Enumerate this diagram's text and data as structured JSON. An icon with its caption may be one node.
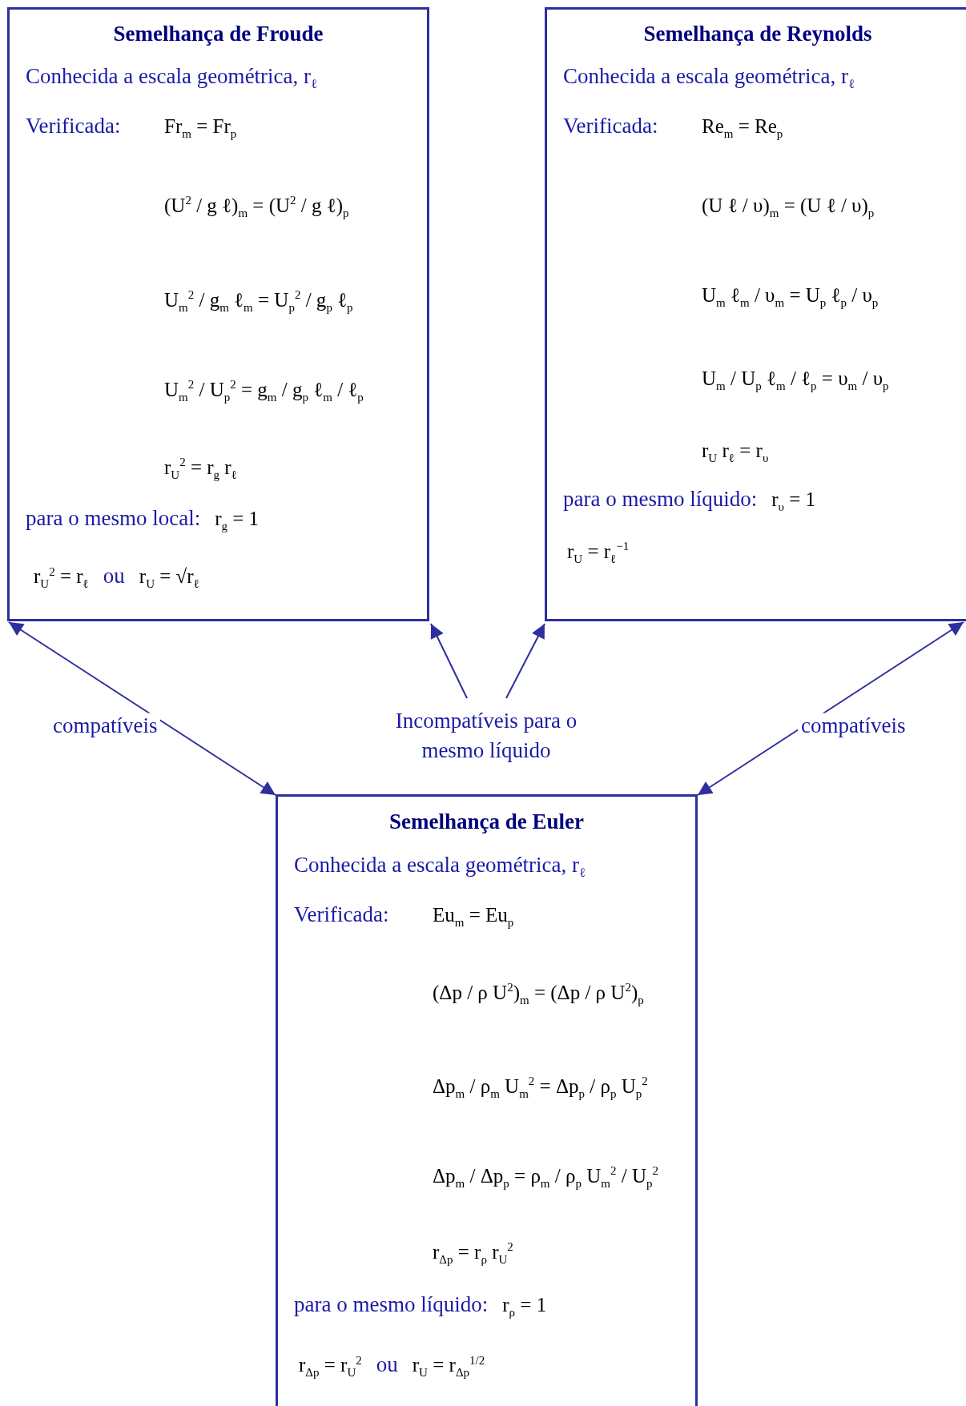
{
  "diagram": {
    "nodes": [
      {
        "text": [
          "Semelhança de Froude",
          "Conhecida a escala geométrica, r$_{ℓ}$",
          "Verificada:",
          "Fr$_{m}$ = Fr$_{p}$",
          "(U$^{2}$ / g ℓ)$_{m}$ = (U$^{2}$ / g ℓ)$_{p}$",
          "U$_{m}$$^{2}$ / g$_{m}$ ℓ$_{m}$ = U$_{p}$$^{2}$ / g$_{p}$ ℓ$_{p}$",
          "U$_{m}$$^{2}$ / U$_{p}$$^{2}$ = g$_{m}$ / g$_{p}$ ℓ$_{m}$ / ℓ$_{p}$",
          "r$_{U}$$^{2}$ = r$_{g}$ r$_{ℓ}$",
          "para o mesmo local:",
          "r$_{g}$ = 1",
          "r$_{U}$$^{2}$ = r$_{ℓ}$",
          "ou",
          "r$_{U}$ = √r$_{ℓ}$"
        ]
      },
      {
        "text": [
          "Semelhança de Reynolds",
          "Conhecida a escala geométrica, r$_{ℓ}$",
          "Verificada:",
          "Re$_{m}$ = Re$_{p}$",
          "(U ℓ / υ)$_{m}$ = (U ℓ / υ)$_{p}$",
          "U$_{m}$ ℓ$_{m}$ / υ$_{m}$ = U$_{p}$ ℓ$_{p}$ / υ$_{p}$",
          "U$_{m}$ / U$_{p}$ ℓ$_{m}$ / ℓ$_{p}$ = υ$_{m}$ / υ$_{p}$",
          "r$_{U}$ r$_{ℓ}$ = r$_{υ}$",
          "para o mesmo líquido:",
          "r$_{υ}$ = 1",
          "r$_{U}$ = r$_{ℓ}$$^{−1}$"
        ]
      },
      {
        "text": [
          "Semelhança de Euler",
          "Conhecida a escala geométrica, r$_{ℓ}$",
          "Verificada:",
          "Eu$_{m}$ = Eu$_{p}$",
          "(Δp / ρ U$^{2}$)$_{m}$ = (Δp / ρ U$^{2}$)$_{p}$",
          "Δp$_{m}$ / ρ$_{m}$ U$_{m}$$^{2}$ = Δp$_{p}$ / ρ$_{p}$ U$_{p}$$^{2}$",
          "Δp$_{m}$ / Δp$_{p}$ = ρ$_{m}$ / ρ$_{p}$ U$_{m}$$^{2}$ / U$_{p}$$^{2}$",
          "r$_{Δp}$ = r$_{ρ}$ r$_{U}$$^{2}$",
          "para o mesmo líquido:",
          "r$_{ρ}$ = 1",
          "r$_{Δp}$ = r$_{U}$$^{2}$",
          "ou",
          "r$_{U}$ = r$_{Δp}$$^{1/2}$"
        ]
      },
      {
        "text": [
          "Incompatíveis para o mesmo líquido"
        ]
      }
    ],
    "edges": [
      {
        "from": 2,
        "to": 0,
        "arrow": "both",
        "label": "compatíveis"
      },
      {
        "from": 3,
        "to": 0,
        "arrow": "to"
      },
      {
        "from": 3,
        "to": 1,
        "arrow": "to"
      },
      {
        "from": 2,
        "to": 1,
        "arrow": "both",
        "label": "compatíveis"
      }
    ]
  }
}
